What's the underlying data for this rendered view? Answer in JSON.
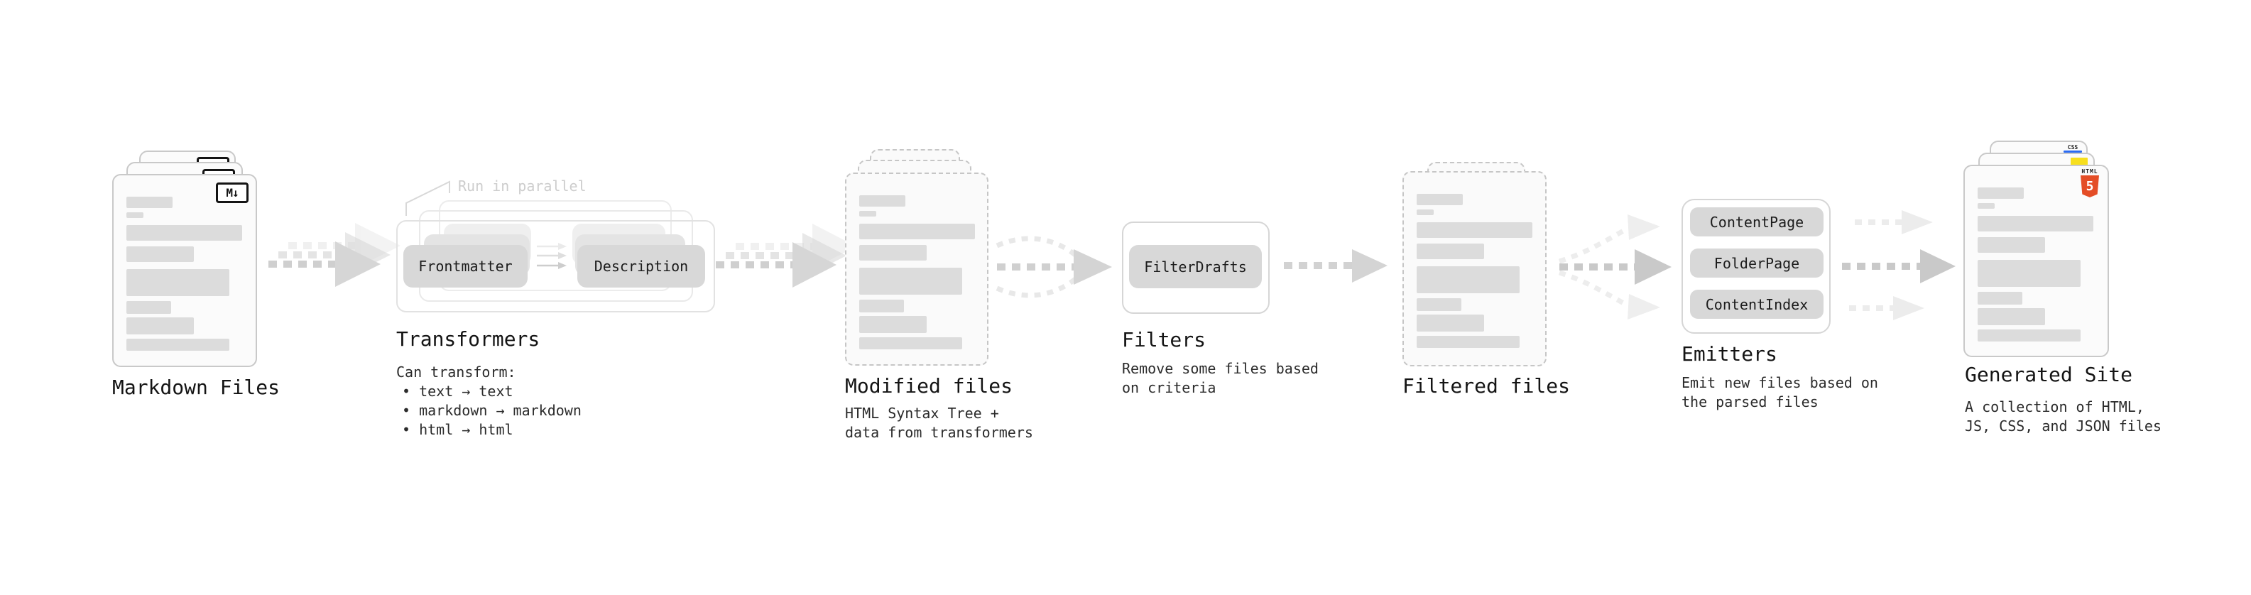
{
  "palette": {
    "background": "#ffffff",
    "card_border": "#c9c9c9",
    "bar_gray": "#dcdcdc",
    "pill_gray": "#d8d8d8",
    "arrow_gray": "#cfcfcf",
    "arrow_light": "#ececec",
    "annotation_gray": "#cdcdcd",
    "html5_orange": "#e44d26",
    "js_yellow": "#f7df1e",
    "css_blue": "#2b6bf3"
  },
  "sections": {
    "markdown_files": {
      "title": "Markdown Files",
      "icon_label": "M↓"
    },
    "transformers": {
      "title": "Transformers",
      "annotation": "Run in parallel",
      "pill_left": "Frontmatter",
      "pill_right": "Description",
      "body": [
        "Can transform:",
        "• text → text",
        "• markdown → markdown",
        "• html → html"
      ]
    },
    "modified_files": {
      "title": "Modified files",
      "body": [
        "HTML Syntax Tree +",
        "data from transformers"
      ]
    },
    "filters": {
      "title": "Filters",
      "pill": "FilterDrafts",
      "body": [
        "Remove some files based",
        "on criteria"
      ]
    },
    "filtered_files": {
      "title": "Filtered files"
    },
    "emitters": {
      "title": "Emitters",
      "pills": [
        "ContentPage",
        "FolderPage",
        "ContentIndex"
      ],
      "body": [
        "Emit new files based on",
        "the parsed files"
      ]
    },
    "generated_site": {
      "title": "Generated Site",
      "body": [
        "A collection of HTML,",
        "JS, CSS, and JSON files"
      ],
      "badges": {
        "css": "CSS",
        "html_label": "HTML",
        "html_number": "5"
      }
    }
  }
}
